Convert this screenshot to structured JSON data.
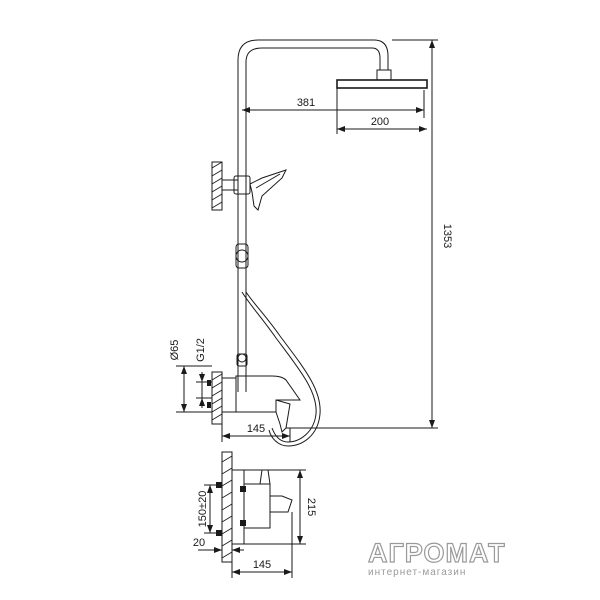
{
  "dimensions": {
    "arm_length": "381",
    "head_width": "200",
    "total_height": "1353",
    "flange_diameter": "Ø65",
    "thread": "G1/2",
    "front_projection": "145",
    "centre_distance": "150±20",
    "mixer_height": "215",
    "wall_offset": "20",
    "mixer_depth": "145"
  },
  "watermark": {
    "brand": "АГРОМАТ",
    "tagline": "интернет-магазин"
  }
}
